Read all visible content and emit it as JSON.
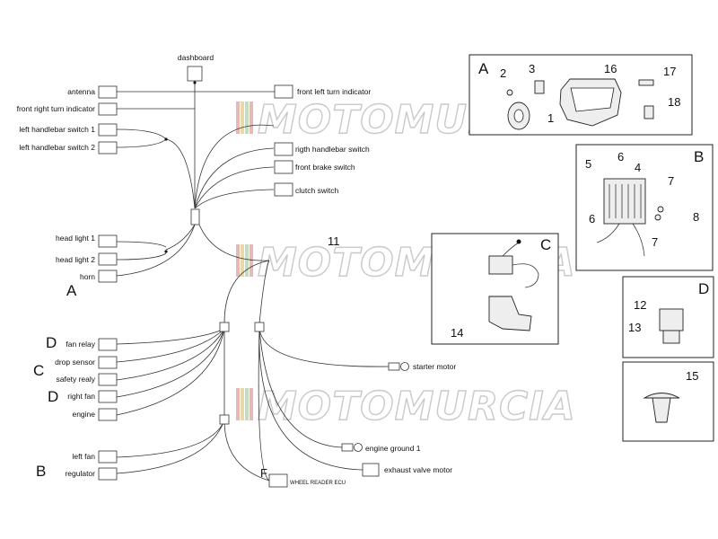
{
  "diagram": {
    "left_connectors": {
      "dashboard": "dashboard",
      "antenna": "antenna",
      "front_right_turn": "front right turn indicator",
      "left_switch_1": "left handlebar switch 1",
      "left_switch_2": "left handlebar switch 2",
      "head_light_1": "head light 1",
      "head_light_2": "head light 2",
      "horn": "horn",
      "fan_relay": "fan relay",
      "drop_sensor": "drop sensor",
      "safety_realy": "safety realy",
      "right_fan": "right fan",
      "engine": "engine",
      "left_fan": "left fan",
      "regulator": "regulator"
    },
    "right_connectors": {
      "front_left_turn": "front left turn indicator",
      "right_switch": "rigth handlebar switch",
      "front_brake": "front brake switch",
      "clutch": "clutch switch",
      "starter_motor": "starter motor",
      "engine_ground": "engine ground 1",
      "exhaust_valve": "exhaust valve motor",
      "wheel_reader": "WHEEL READER ECU"
    },
    "section_letters": {
      "a": "A",
      "b": "B",
      "c": "C",
      "d1": "D",
      "d2": "D",
      "f": "F",
      "num11": "11"
    },
    "watermark": "MOTOMURCIA"
  },
  "panels": {
    "a": {
      "letter": "A",
      "parts": [
        "2",
        "3",
        "16",
        "17",
        "1",
        "18"
      ]
    },
    "b": {
      "letter": "B",
      "parts": [
        "5",
        "6",
        "4",
        "7",
        "6",
        "8",
        "7"
      ]
    },
    "c": {
      "letter": "C",
      "parts": [
        "14"
      ]
    },
    "d": {
      "letter": "D",
      "parts": [
        "12",
        "13"
      ]
    },
    "e": {
      "parts": [
        "15"
      ]
    }
  }
}
